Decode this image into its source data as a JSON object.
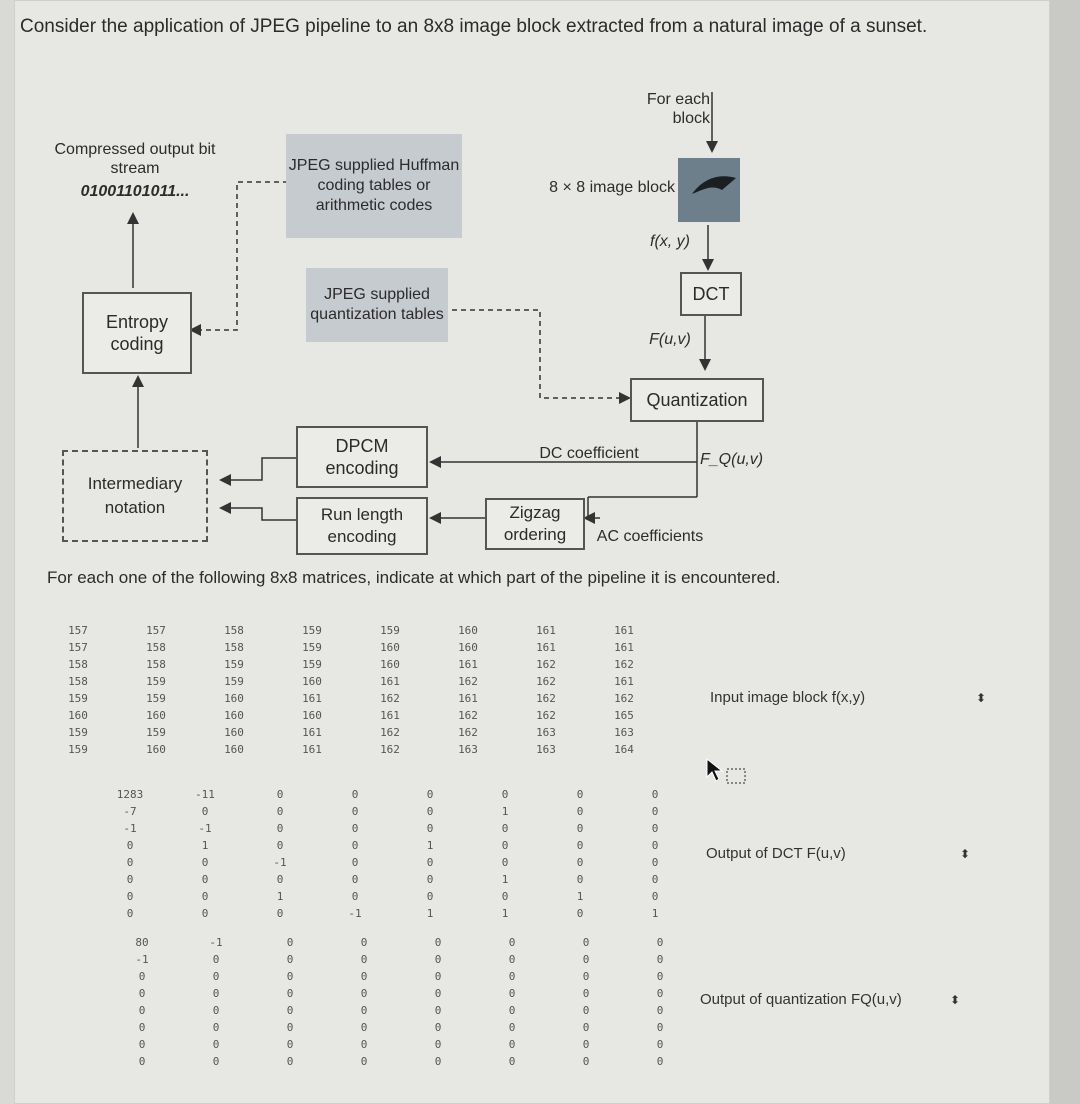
{
  "question": "Consider the application of JPEG pipeline to an 8x8 image block extracted from a natural image of a sunset.",
  "diagram": {
    "for_each_block": "For each block",
    "image_block": "8 × 8 image block",
    "fxy": "f(x, y)",
    "dct": "DCT",
    "fuv": "F(u,v)",
    "quantization": "Quantization",
    "fquv": "F_Q(u,v)",
    "dc_coefficient": "DC coefficient",
    "ac_coefficients": "AC coefficients",
    "zigzag": "Zigzag ordering",
    "run_length": "Run length encoding",
    "dpcm": "DPCM encoding",
    "intermediary": "Intermediary notation",
    "entropy": "Entropy coding",
    "compressed_output": "Compressed output bit stream",
    "bitstream": "01001101011...",
    "huffman": "JPEG supplied Huffman coding tables or arithmetic codes",
    "quant_tables": "JPEG supplied quantization tables"
  },
  "instruction": "For each one of the following 8x8 matrices, indicate at which part of the pipeline it is encountered.",
  "matrix1": [
    [
      "157",
      "157",
      "158",
      "159",
      "159",
      "160",
      "161",
      "161"
    ],
    [
      "157",
      "158",
      "158",
      "159",
      "160",
      "160",
      "161",
      "161"
    ],
    [
      "158",
      "158",
      "159",
      "159",
      "160",
      "161",
      "162",
      "162"
    ],
    [
      "158",
      "159",
      "159",
      "160",
      "161",
      "162",
      "162",
      "161"
    ],
    [
      "159",
      "159",
      "160",
      "161",
      "162",
      "161",
      "162",
      "162"
    ],
    [
      "160",
      "160",
      "160",
      "160",
      "161",
      "162",
      "162",
      "165"
    ],
    [
      "159",
      "159",
      "160",
      "161",
      "162",
      "162",
      "163",
      "163"
    ],
    [
      "159",
      "160",
      "160",
      "161",
      "162",
      "163",
      "163",
      "164"
    ]
  ],
  "matrix2": [
    [
      "1283",
      "-11",
      "0",
      "0",
      "0",
      "0",
      "0",
      "0"
    ],
    [
      "-7",
      "0",
      "0",
      "0",
      "0",
      "1",
      "0",
      "0"
    ],
    [
      "-1",
      "-1",
      "0",
      "0",
      "0",
      "0",
      "0",
      "0"
    ],
    [
      "0",
      "1",
      "0",
      "0",
      "1",
      "0",
      "0",
      "0"
    ],
    [
      "0",
      "0",
      "-1",
      "0",
      "0",
      "0",
      "0",
      "0"
    ],
    [
      "0",
      "0",
      "0",
      "0",
      "0",
      "1",
      "0",
      "0"
    ],
    [
      "0",
      "0",
      "1",
      "0",
      "0",
      "0",
      "1",
      "0"
    ],
    [
      "0",
      "0",
      "0",
      "-1",
      "1",
      "1",
      "0",
      "1"
    ]
  ],
  "matrix3": [
    [
      "80",
      "-1",
      "0",
      "0",
      "0",
      "0",
      "0",
      "0"
    ],
    [
      "-1",
      "0",
      "0",
      "0",
      "0",
      "0",
      "0",
      "0"
    ],
    [
      "0",
      "0",
      "0",
      "0",
      "0",
      "0",
      "0",
      "0"
    ],
    [
      "0",
      "0",
      "0",
      "0",
      "0",
      "0",
      "0",
      "0"
    ],
    [
      "0",
      "0",
      "0",
      "0",
      "0",
      "0",
      "0",
      "0"
    ],
    [
      "0",
      "0",
      "0",
      "0",
      "0",
      "0",
      "0",
      "0"
    ],
    [
      "0",
      "0",
      "0",
      "0",
      "0",
      "0",
      "0",
      "0"
    ],
    [
      "0",
      "0",
      "0",
      "0",
      "0",
      "0",
      "0",
      "0"
    ]
  ],
  "answers": {
    "a1": "Input image block f(x,y)",
    "a2": "Output of DCT F(u,v)",
    "a3": "Output of quantization FQ(u,v)"
  }
}
